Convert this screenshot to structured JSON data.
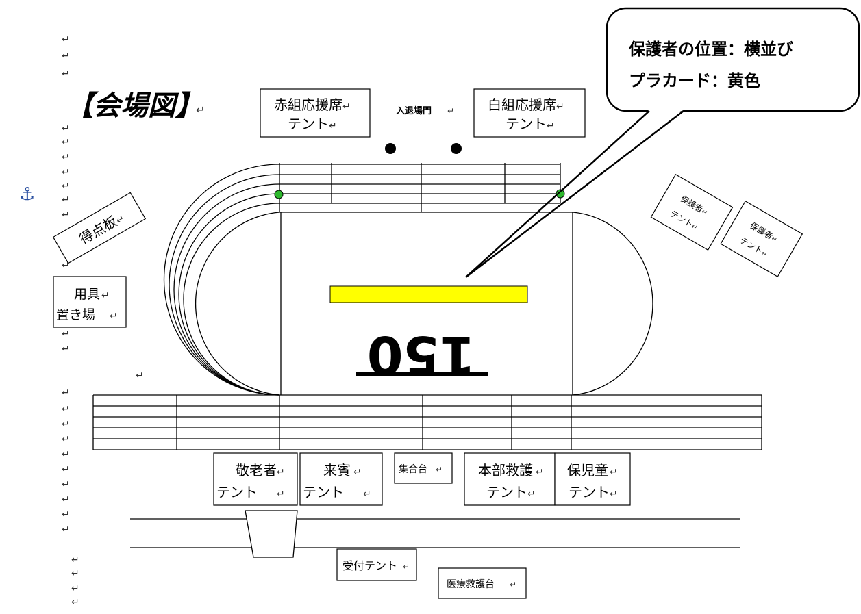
{
  "title": "【会場図】",
  "callout": {
    "line1": "保護者の位置：横並び",
    "line2": "プラカード：黄色"
  },
  "gate_label": "入退場門",
  "tents": {
    "red_cheer": {
      "line1": "赤組応援席",
      "line2": "テント"
    },
    "white_cheer": {
      "line1": "白組応援席",
      "line2": "テント"
    },
    "guardian1": {
      "line1": "保護者",
      "line2": "テント"
    },
    "guardian2": {
      "line1": "保護者",
      "line2": "テント"
    },
    "score": {
      "line1": "得点板"
    },
    "equipment": {
      "line1": "用具",
      "line2": "置き場"
    },
    "elders": {
      "line1": "敬老者",
      "line2": "テント"
    },
    "guests": {
      "line1": "来賓",
      "line2": "テント"
    },
    "assembly": {
      "line1": "集合台"
    },
    "hq": {
      "line1": "本部救護",
      "line2": "テント"
    },
    "nursery": {
      "line1": "保児童",
      "line2": "テント"
    },
    "reception": {
      "line1": "受付テント"
    },
    "broadcast": {
      "line1": "医療救護台"
    }
  },
  "field_number": "150",
  "colors": {
    "placard": "#ffff00",
    "marker": "#2db82d",
    "line": "#000000"
  },
  "icons": [
    "anchor-icon",
    "paragraph-mark-icon"
  ]
}
